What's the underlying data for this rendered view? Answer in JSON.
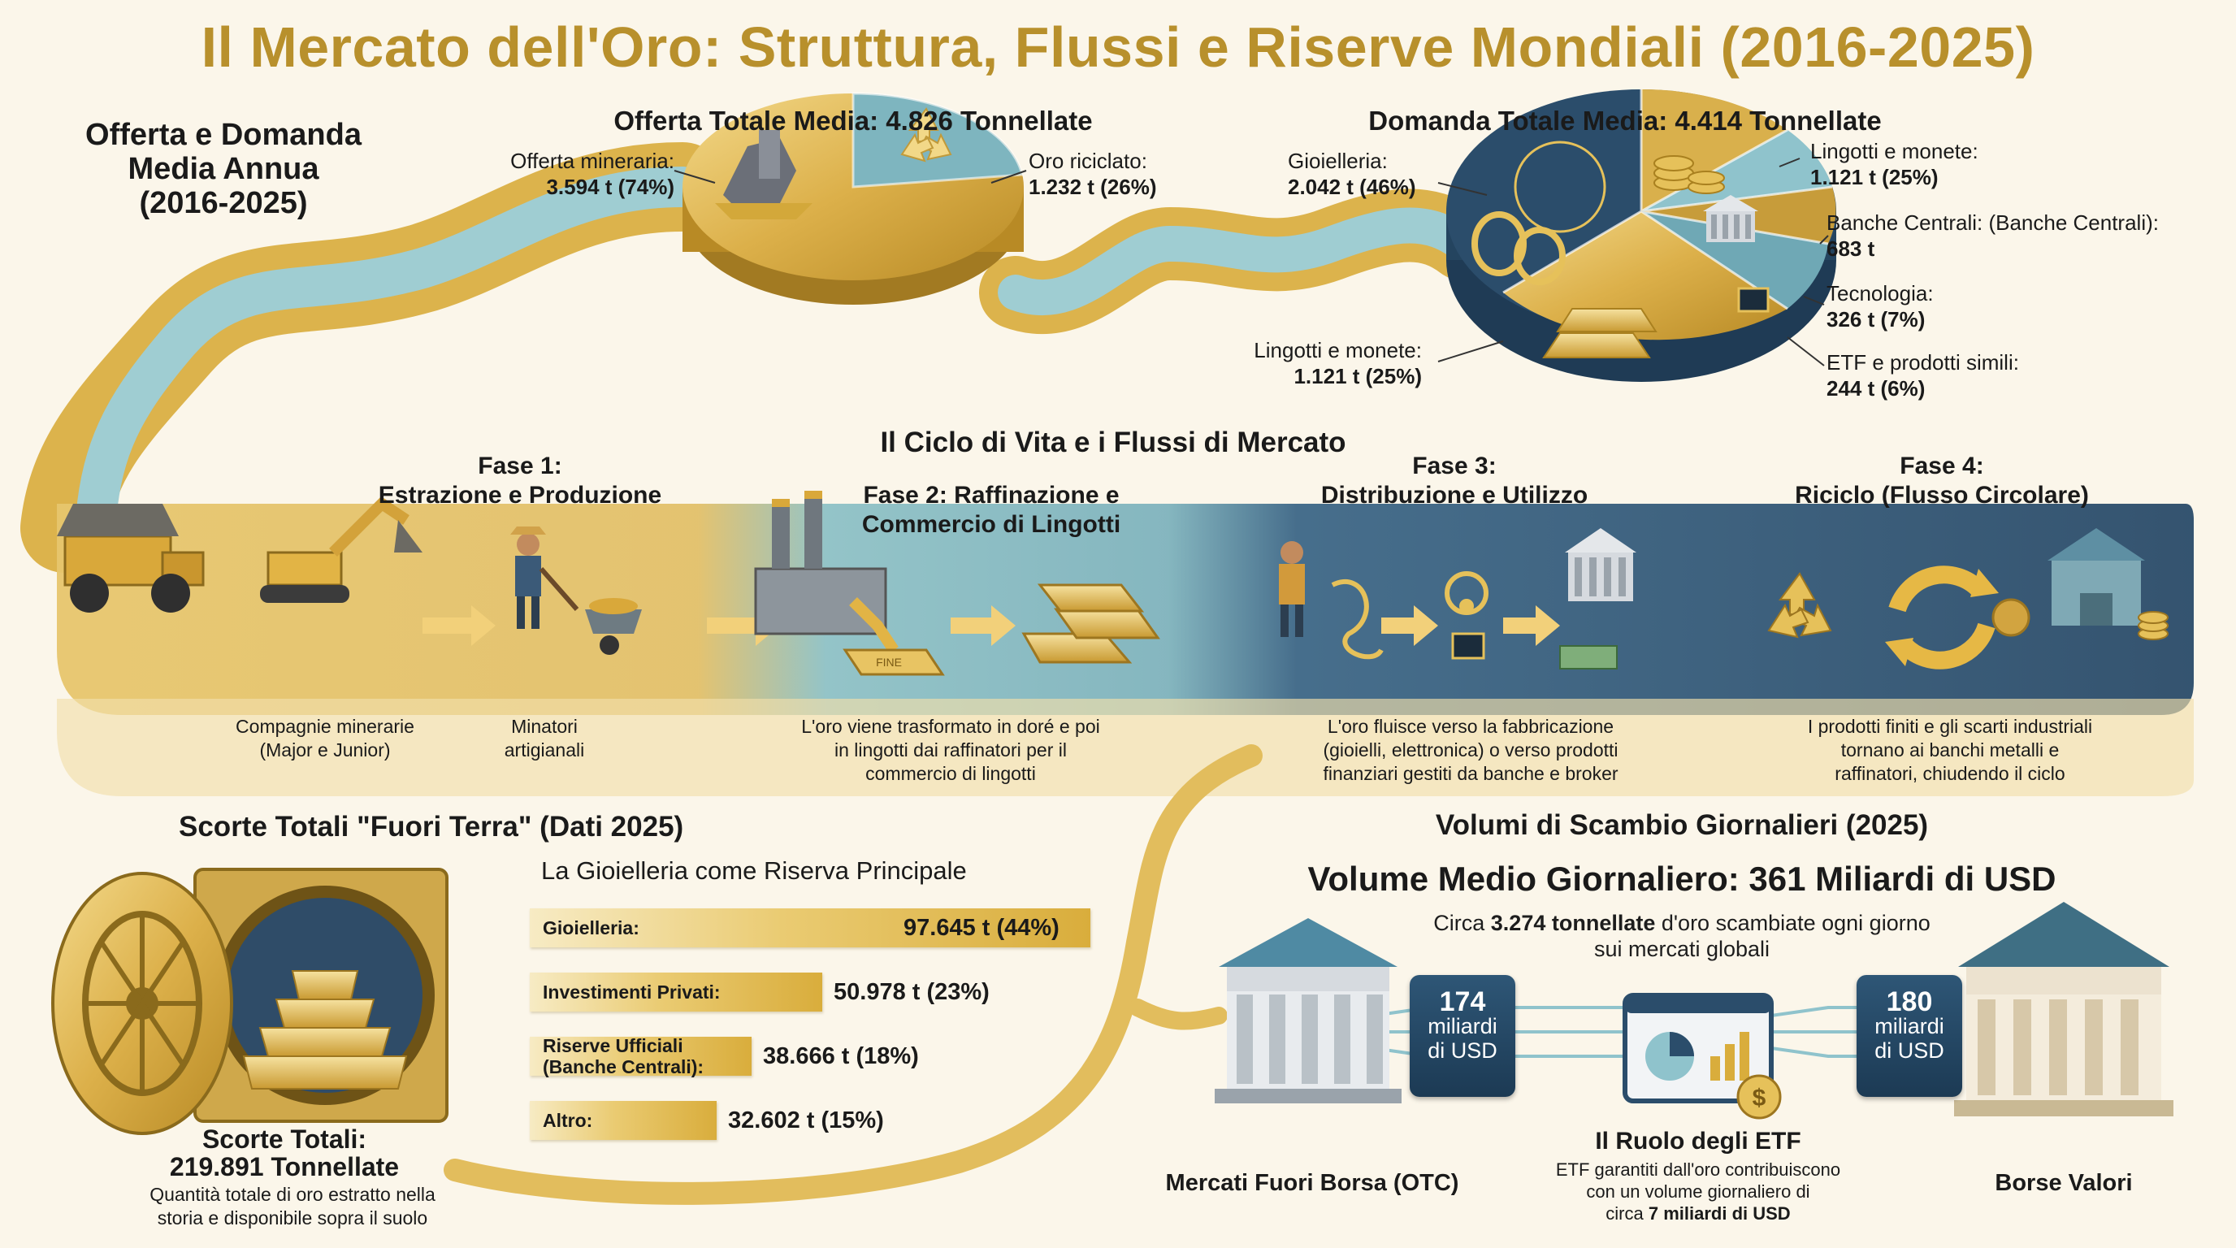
{
  "title": "Il Mercato dell'Oro: Struttura, Flussi e Riserve Mondiali (2016-2025)",
  "annual": {
    "heading_l1": "Offerta e Domanda",
    "heading_l2": "Media Annua",
    "heading_l3": "(2016-2025)"
  },
  "supply": {
    "title": "Offerta Totale Media: 4.826 Tonnellate",
    "mining_label": "Offerta mineraria:",
    "mining_value": "3.594 t (74%)",
    "recycled_label": "Oro riciclato:",
    "recycled_value": "1.232 t (26%)"
  },
  "demand": {
    "title": "Domanda Totale Media: 4.414 Tonnellate",
    "jewelry_label": "Gioielleria:",
    "jewelry_value": "2.042 t (46%)",
    "bars_top_label": "Lingotti e monete:",
    "bars_top_value": "1.121 t (25%)",
    "central_label": "Banche Centrali: (Banche Centrali):",
    "central_value": "683 t",
    "tech_label": "Tecnologia:",
    "tech_value": "326 t (7%)",
    "etf_label": "ETF e prodotti simili:",
    "etf_value": "244 t (6%)",
    "bars_left_label": "Lingotti e monete:",
    "bars_left_value": "1.121 t (25%)"
  },
  "lifecycle": {
    "title": "Il Ciclo di Vita e i Flussi di Mercato",
    "phase1_l1": "Fase 1:",
    "phase1_l2": "Estrazione e Produzione",
    "phase2_l1": "Fase 2: Raffinazione e",
    "phase2_l2": "Commercio di Lingotti",
    "phase3_l1": "Fase 3:",
    "phase3_l2": "Distribuzione e Utilizzo",
    "phase4_l1": "Fase 4:",
    "phase4_l2": "Riciclo (Flusso Circolare)",
    "mining_companies_l1": "Compagnie minerarie",
    "mining_companies_l2": "(Major e Junior)",
    "artisanal_l1": "Minatori",
    "artisanal_l2": "artigianali",
    "refining_l1": "L'oro viene trasformato in doré e poi",
    "refining_l2": "in lingotti dai raffinatori per il",
    "refining_l3": "commercio di lingotti",
    "distribution_l1": "L'oro fluisce verso la fabbricazione",
    "distribution_l2": "(gioielli, elettronica) o verso prodotti",
    "distribution_l3": "finanziari gestiti da banche e broker",
    "recycling_l1": "I prodotti finiti e gli scarti industriali",
    "recycling_l2": "tornano ai banchi metalli e",
    "recycling_l3": "raffinatori, chiudendo il ciclo",
    "bar_stamp": "FINE"
  },
  "stocks": {
    "title": "Scorte Totali \"Fuori Terra\" (Dati 2025)",
    "subtitle": "La Gioielleria come Riserva Principale",
    "total_l1": "Scorte Totali:",
    "total_l2": "219.891 Tonnellate",
    "total_desc_l1": "Quantità totale di oro estratto nella",
    "total_desc_l2": "storia e disponibile sopra il suolo"
  },
  "chart_data": {
    "type": "bar",
    "title": "La Gioielleria come Riserva Principale",
    "orientation": "horizontal",
    "categories": [
      "Gioielleria:",
      "Investimenti Privati:",
      "Riserve Ufficiali (Banche Centrali):",
      "Altro:"
    ],
    "category_lines": [
      [
        "Gioielleria:"
      ],
      [
        "Investimenti Privati:"
      ],
      [
        "Riserve Ufficiali",
        "(Banche Centrali):"
      ],
      [
        "Altro:"
      ]
    ],
    "values": [
      97645,
      50978,
      38666,
      32602
    ],
    "percent": [
      44,
      23,
      18,
      15
    ],
    "value_labels": [
      "97.645 t (44%)",
      "50.978 t (23%)",
      "38.666 t (18%)",
      "32.602 t (15%)"
    ]
  },
  "volumes": {
    "title": "Volumi di Scambio Giornalieri (2025)",
    "headline": "Volume Medio Giornaliero: 361 Miliardi di USD",
    "sub_l1_pre": "Circa ",
    "sub_l1_bold": "3.274 tonnellate",
    "sub_l1_post": " d'oro scambiate ogni giorno",
    "sub_l2": "sui mercati globali",
    "otc_num": "174",
    "otc_unit_l1": "miliardi",
    "otc_unit_l2": "di USD",
    "exchange_num": "180",
    "exchange_unit_l1": "miliardi",
    "exchange_unit_l2": "di USD",
    "otc_label": "Mercati Fuori Borsa (OTC)",
    "exchange_label": "Borse Valori",
    "etf_title": "Il Ruolo degli ETF",
    "etf_l1": "ETF garantiti dall'oro contribuiscono",
    "etf_l2": "con un volume giornaliero di",
    "etf_l3_pre": "circa ",
    "etf_l3_bold": "7 miliardi di USD",
    "coin_symbol": "$"
  },
  "colors": {
    "gold": "#d9ad3c",
    "title_gold": "#b8902c",
    "teal_river": "#8fc3cc",
    "navy": "#2b4d6b",
    "background": "#fbf6ea"
  }
}
